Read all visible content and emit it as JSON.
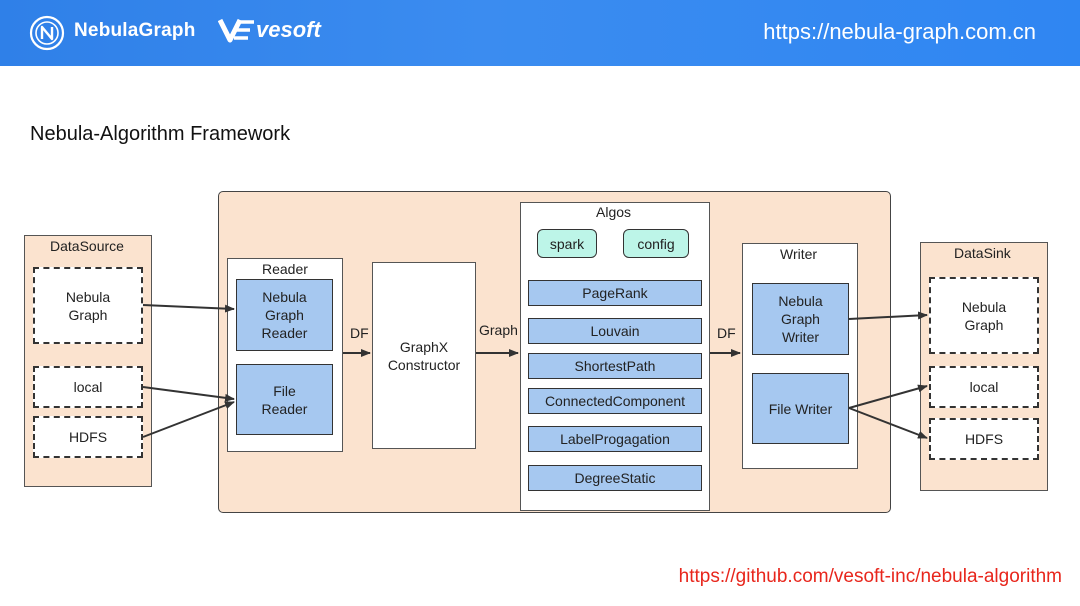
{
  "header": {
    "brand": "NebulaGraph",
    "vendor": "vesoft",
    "url": "https://nebula-graph.com.cn",
    "colors": {
      "bar": "#2f80e8",
      "text": "#ffffff"
    },
    "icons": {
      "logo": "nebula-logo-icon",
      "vendor_logo": "vesoft-logo-icon"
    }
  },
  "title": "Nebula-Algorithm  Framework",
  "datasource": {
    "label": "DataSource",
    "items": [
      {
        "lines": [
          "Nebula",
          "Graph"
        ]
      },
      {
        "lines": [
          "local"
        ]
      },
      {
        "lines": [
          "HDFS"
        ]
      }
    ]
  },
  "reader": {
    "label": "Reader",
    "nebula_reader": [
      "Nebula",
      "Graph",
      "Reader"
    ],
    "file_reader": [
      "File",
      "Reader"
    ]
  },
  "edge_labels": {
    "df_in": "DF",
    "graph": "Graph",
    "df_out": "DF"
  },
  "constructor": [
    "GraphX",
    "Constructor"
  ],
  "algos": {
    "label": "Algos",
    "spark": "spark",
    "config": "config",
    "list": [
      "PageRank",
      "Louvain",
      "ShortestPath",
      "ConnectedComponent",
      "LabelProgagation",
      "DegreeStatic"
    ]
  },
  "writer": {
    "label": "Writer",
    "nebula_writer": [
      "Nebula",
      "Graph",
      "Writer"
    ],
    "file_writer": "File Writer"
  },
  "datasink": {
    "label": "DataSink",
    "items": [
      {
        "lines": [
          "Nebula",
          "Graph"
        ]
      },
      {
        "lines": [
          "local"
        ]
      },
      {
        "lines": [
          "HDFS"
        ]
      }
    ]
  },
  "footer_link": "https://github.com/vesoft-inc/nebula-algorithm",
  "colors": {
    "framework_fill": "#fbe3cf",
    "component_fill": "#a6c8f0",
    "pill_fill": "#bdf5e8",
    "link": "#e8261c"
  }
}
